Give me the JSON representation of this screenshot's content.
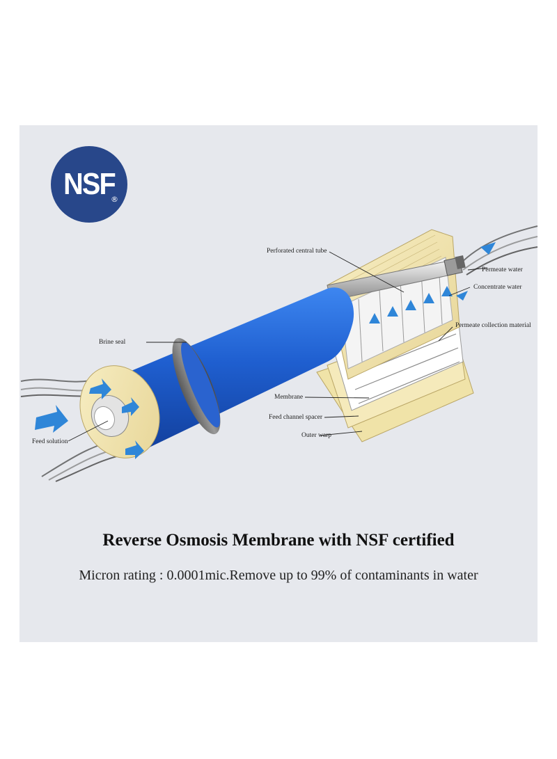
{
  "logo": {
    "text": "NSF",
    "registered": "®",
    "color": "#28478a"
  },
  "callouts": {
    "perforated_tube": "Perforated central tube",
    "permeate_water": "Permeate water",
    "concentrate_water": "Concentrate water",
    "permeate_collection": "Permeate collection material",
    "brine_seal": "Brine seal",
    "membrane": "Membrane",
    "feed_spacer": "Feed channel spacer",
    "outer_warp": "Outer warp",
    "feed_solution": "Feed solution"
  },
  "headline": "Reverse Osmosis Membrane with NSF certified",
  "subline": "Micron rating : 0.0001mic.Remove up to 99% of contaminants in water",
  "colors": {
    "panel_bg": "#e6e8ed",
    "membrane_blue": "#1f5fd0",
    "arrow_blue": "#2f86d8",
    "layer_cream": "#f2e6b0"
  }
}
